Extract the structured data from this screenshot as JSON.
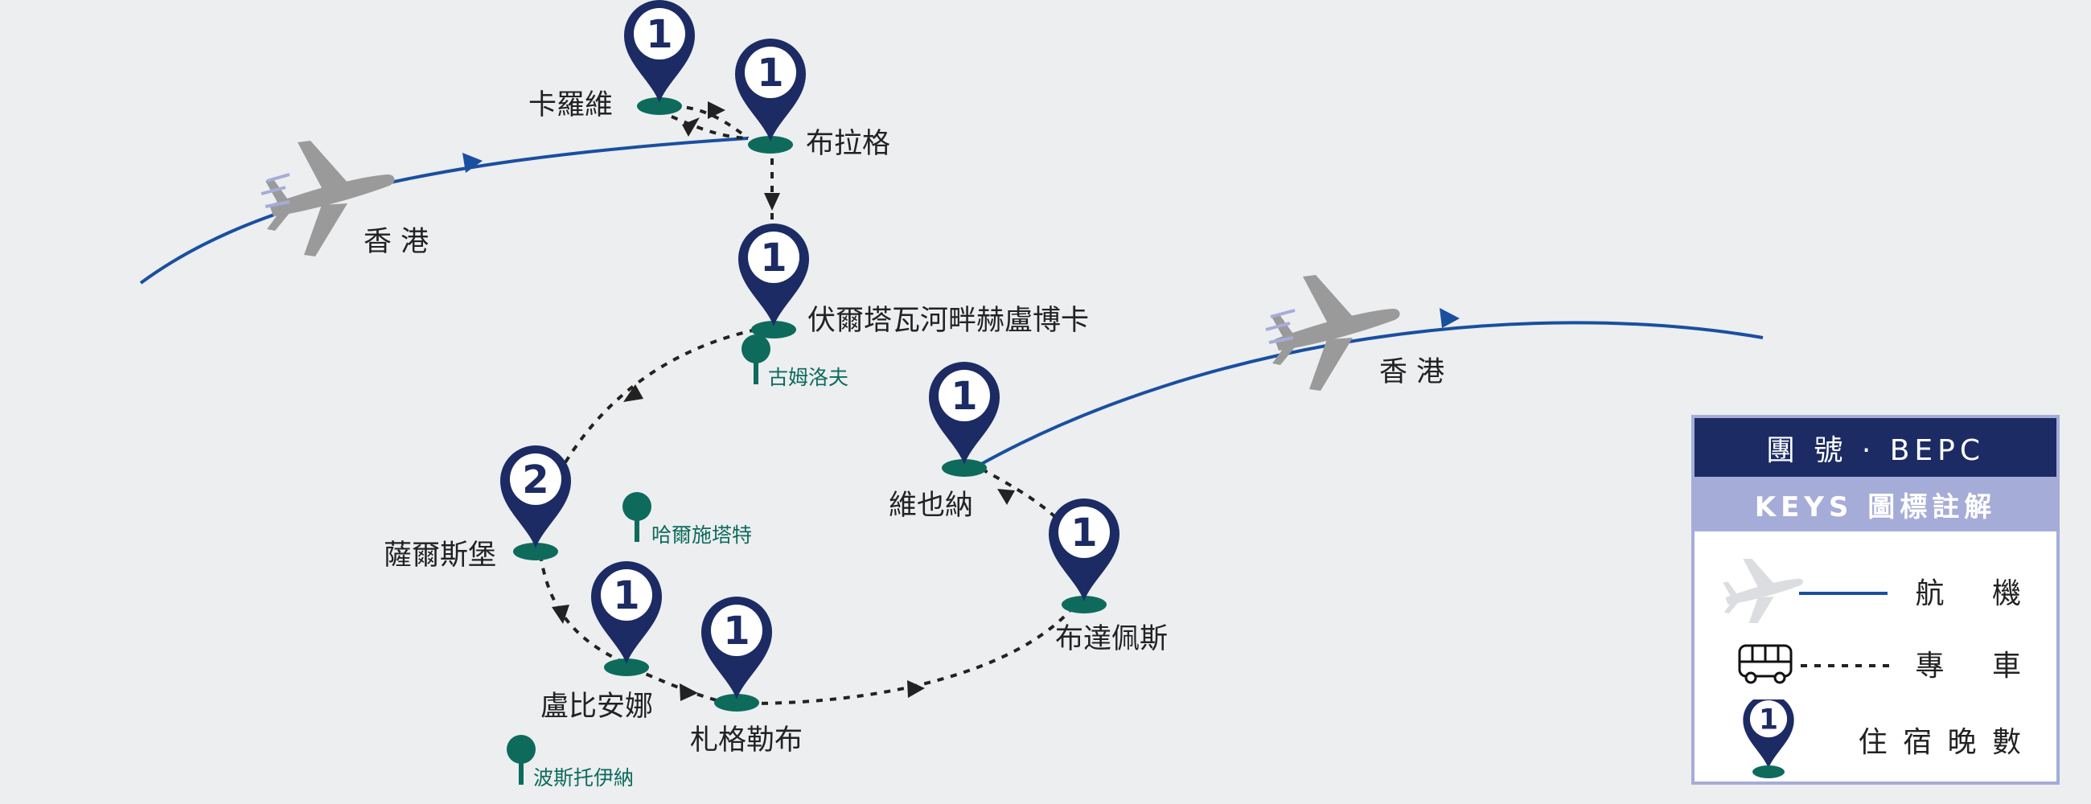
{
  "cities": {
    "hk_out": "香 港",
    "karlovy": "卡羅維",
    "prague": "布拉格",
    "vltava": "伏爾塔瓦河畔赫盧博卡",
    "salzburg": "薩爾斯堡",
    "ljubljana": "盧比安娜",
    "zagreb": "札格勒布",
    "budapest": "布達佩斯",
    "vienna": "維也納",
    "hk_back": "香 港"
  },
  "attractions": {
    "krumlov": "古姆洛夫",
    "hallstatt": "哈爾施塔特",
    "postojna": "波斯托伊納"
  },
  "nights": {
    "karlovy": "1",
    "prague": "1",
    "vltava": "1",
    "salzburg": "2",
    "ljubljana": "1",
    "zagreb": "1",
    "budapest": "1",
    "vienna": "1"
  },
  "legend": {
    "title": "團 號 · BEPC",
    "subtitle": "KEYS 圖標註解",
    "flight_label": "航 機",
    "coach_label": "專 車",
    "nights_label": "住 宿 晚 數",
    "sample_number": "1"
  },
  "colors": {
    "flight": "#1a4fa0",
    "coach": "#222222",
    "pin": "#1c2b63",
    "base": "#0e6b5c",
    "plane": "#9a9a9a",
    "legend_header": "#1c2b63",
    "legend_accent": "#a6acd8"
  }
}
